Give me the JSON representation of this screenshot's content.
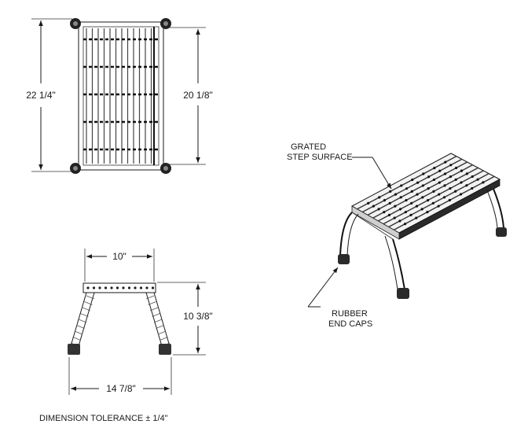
{
  "top_view": {
    "overall_length": "22 1/4\"",
    "surface_length": "20 1/8\""
  },
  "front_view": {
    "top_width": "10\"",
    "height": "10 3/8\"",
    "base_width": "14 7/8\""
  },
  "iso_view": {
    "callout_surface": [
      "GRATED",
      "STEP SURFACE"
    ],
    "callout_caps": [
      "RUBBER",
      "END CAPS"
    ]
  },
  "tolerance_note": "DIMENSION TOLERANCE ± 1/4\""
}
